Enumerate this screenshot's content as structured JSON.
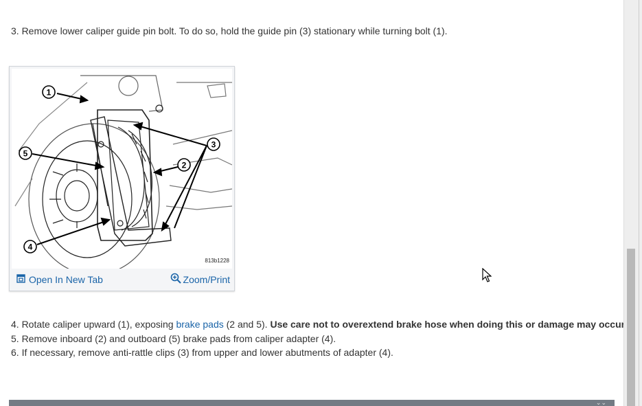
{
  "step3": "3. Remove lower caliper guide pin bolt. To do so, hold the guide pin (3) stationary while turning bolt (1).",
  "figure": {
    "callouts": [
      "1",
      "5",
      "4",
      "3",
      "2"
    ],
    "code": "813b1228",
    "open_new_tab_label": "Open In New Tab",
    "zoom_print_label": "Zoom/Print"
  },
  "steps": {
    "step4_a": "4. Rotate caliper upward (1), exposing ",
    "step4_link1": "brake pads",
    "step4_b": " (2 and 5). ",
    "step4_bold1": "Use care not to overextend ",
    "step4_link2": "brake hose",
    "step4_bold2": " when doing this or damage may occur.",
    "step5": "5. Remove inboard (2) and outboard (5) brake pads from caliper adapter (4).",
    "step6": "6. If necessary, remove anti-rattle clips (3) from upper and lower abutments of adapter (4)."
  },
  "bottom_bar": {
    "glyph": "⌄⌄"
  }
}
